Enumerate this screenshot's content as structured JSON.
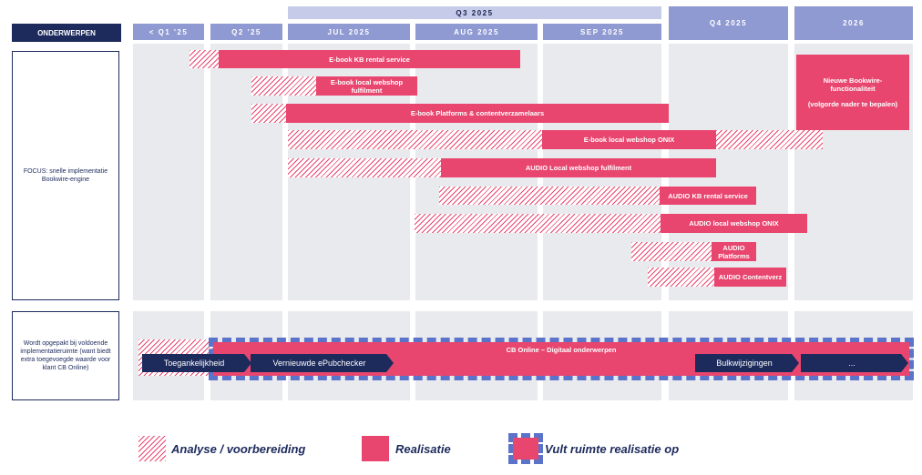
{
  "header": {
    "topics": "ONDERWERPEN",
    "q1": "< Q1 '25",
    "q2": "Q2 '25",
    "q3": "Q3 2025",
    "jul": "JUL 2025",
    "aug": "AUG 2025",
    "sep": "SEP 2025",
    "q4": "Q4 2025",
    "y2026": "2026"
  },
  "rows": {
    "focus": "FOCUS: snelle implementatie Bookwire-engine",
    "other": "Wordt opgepakt bij voldoende implementatieruimte (want biedt extra toegevoegde waarde voor klant CB Online)"
  },
  "bars": {
    "kb_rental": "E-book KB rental service",
    "local_webshop_fulfilment": "E-book local webshop fulfilment",
    "platforms": "E-book Platforms & contentverzamelaars",
    "local_webshop_onix": "E-book local webshop ONIX",
    "audio_fulfilment": "AUDIO Local webshop fulfilment",
    "audio_kb": "AUDIO KB rental service",
    "audio_onix": "AUDIO local webshop ONIX",
    "audio_platform": "AUDIO Platforms",
    "audio_content": "AUDIO Contentverz",
    "bookwire_line1": "Nieuwe Bookwire-functionaliteit",
    "bookwire_line2": "(volgorde nader te bepalen)",
    "cb_online": "CB Online – Digitaal onderwerpen"
  },
  "arrows": {
    "a1": "Toegankelijkheid",
    "a2": "Vernieuwde ePubchecker",
    "a3": "Bulkwijzigingen",
    "a4": "..."
  },
  "legend": {
    "hatch": "Analyse / voorbereiding",
    "solid": "Realisatie",
    "fill": "Vult ruimte realisatie op"
  },
  "colors": {
    "pink": "#e8466f",
    "navy": "#1c2a5c",
    "header_blue": "#8f99d2",
    "dash_blue": "#5b73c9"
  }
}
